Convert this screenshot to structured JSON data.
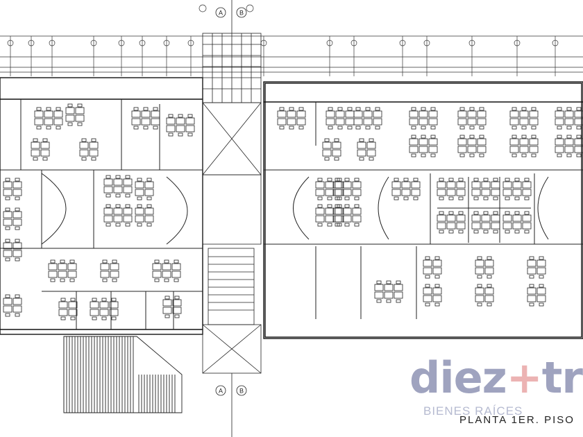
{
  "drawing": {
    "title": "PLANTA 1ER. PISO",
    "grid_markers": [
      "A",
      "B"
    ]
  },
  "watermark": {
    "part1": "diez",
    "part2": "+",
    "part3": "tr",
    "subtitle": "BIENES RAÍCES",
    "colors": {
      "brand_blue": "#8a8fb2",
      "brand_pink": "#e8a3a3"
    }
  },
  "colors": {
    "line": "#1a1a1a",
    "paper": "#ffffff"
  }
}
